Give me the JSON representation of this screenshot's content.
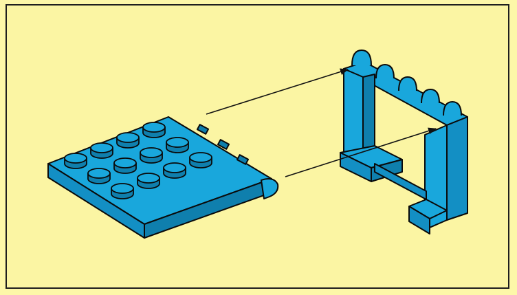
{
  "figure": {
    "background_color": "#fbf5a3",
    "border_color": "#1e1e1e",
    "brick_color": "#19a7dc",
    "brick_dark": "#0f7fad",
    "brick_outline": "#0a0a0a",
    "arrow_color": "#111111",
    "parts": [
      {
        "name": "plate-4x4-with-hinge",
        "icon": "lego-plate-icon",
        "studs": 12
      },
      {
        "name": "hinge-bracket-with-bars",
        "icon": "lego-hinge-frame-icon"
      }
    ],
    "arrows": [
      {
        "name": "upper-connection-arrow",
        "direction": "plate-to-hinge-top"
      },
      {
        "name": "lower-connection-arrow",
        "direction": "plate-to-hinge-bottom"
      }
    ]
  }
}
